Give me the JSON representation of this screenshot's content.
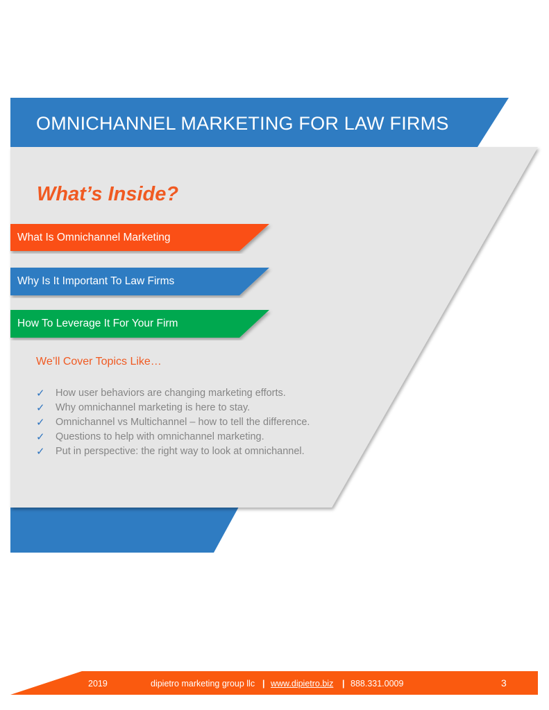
{
  "header": {
    "title": "OMNICHANNEL MARKETING FOR LAW FIRMS"
  },
  "main": {
    "heading": "What’s Inside?",
    "sections": [
      {
        "label": "What Is Omnichannel Marketing",
        "color": "#fa5014"
      },
      {
        "label": "Why Is It Important To Law Firms",
        "color": "#2f7cc2"
      },
      {
        "label": "How To Leverage It For Your Firm",
        "color": "#00a84f"
      }
    ],
    "topics_heading": "We’ll Cover Topics Like…",
    "topics": [
      "How user behaviors are changing marketing efforts.",
      "Why omnichannel marketing is here to stay.",
      "Omnichannel vs Multichannel – how to tell the difference.",
      "Questions to help with omnichannel marketing.",
      "Put in perspective: the right way to look at omnichannel."
    ]
  },
  "footer": {
    "year": "2019",
    "company": "dipietro marketing group llc",
    "sep": "|",
    "website": "www.dipietro.biz",
    "phone": "888.331.0009",
    "page": "3"
  }
}
